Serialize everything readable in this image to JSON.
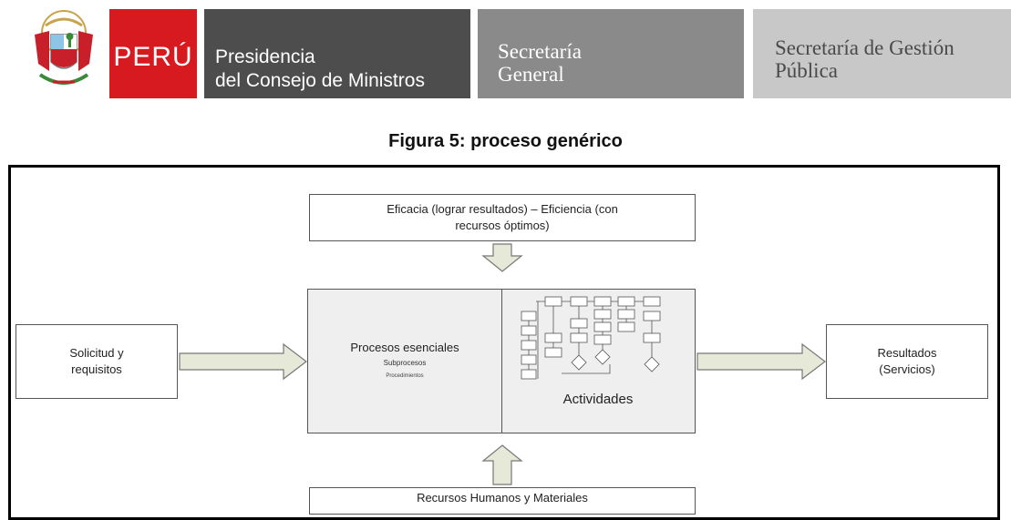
{
  "header": {
    "emblem_icon": "peru-coat-of-arms-icon",
    "peru_label": "PERÚ",
    "pcm_line1": "Presidencia",
    "pcm_line2": "del Consejo de Ministros",
    "sg_line1": "Secretaría",
    "sg_line2": "General",
    "sgp_line1": "Secretaría de Gestión",
    "sgp_line2": "Pública",
    "colors": {
      "peru_red": "#d71920",
      "dark_gray": "#4d4d4d",
      "mid_gray": "#8a8a8a",
      "light_gray": "#c8c8c8"
    }
  },
  "figure": {
    "title": "Figura 5: proceso genérico"
  },
  "diagram": {
    "top_line1": "Eficacia (lograr resultados) – Eficiencia (con",
    "top_line2": "recursos óptimos)",
    "left_line1": "Solicitud y",
    "left_line2": "requisitos",
    "right_line1": "Resultados",
    "right_line2": "(Servicios)",
    "process_main": "Procesos esenciales",
    "process_sub1": "Subprocesos",
    "process_sub2": "Procedimientos",
    "activities": "Actividades",
    "bottom": "Recursos Humanos y Materiales",
    "arrow_fill": "#e6e8d8",
    "flowchart_icon": "flowchart-thumbnail-icon"
  }
}
